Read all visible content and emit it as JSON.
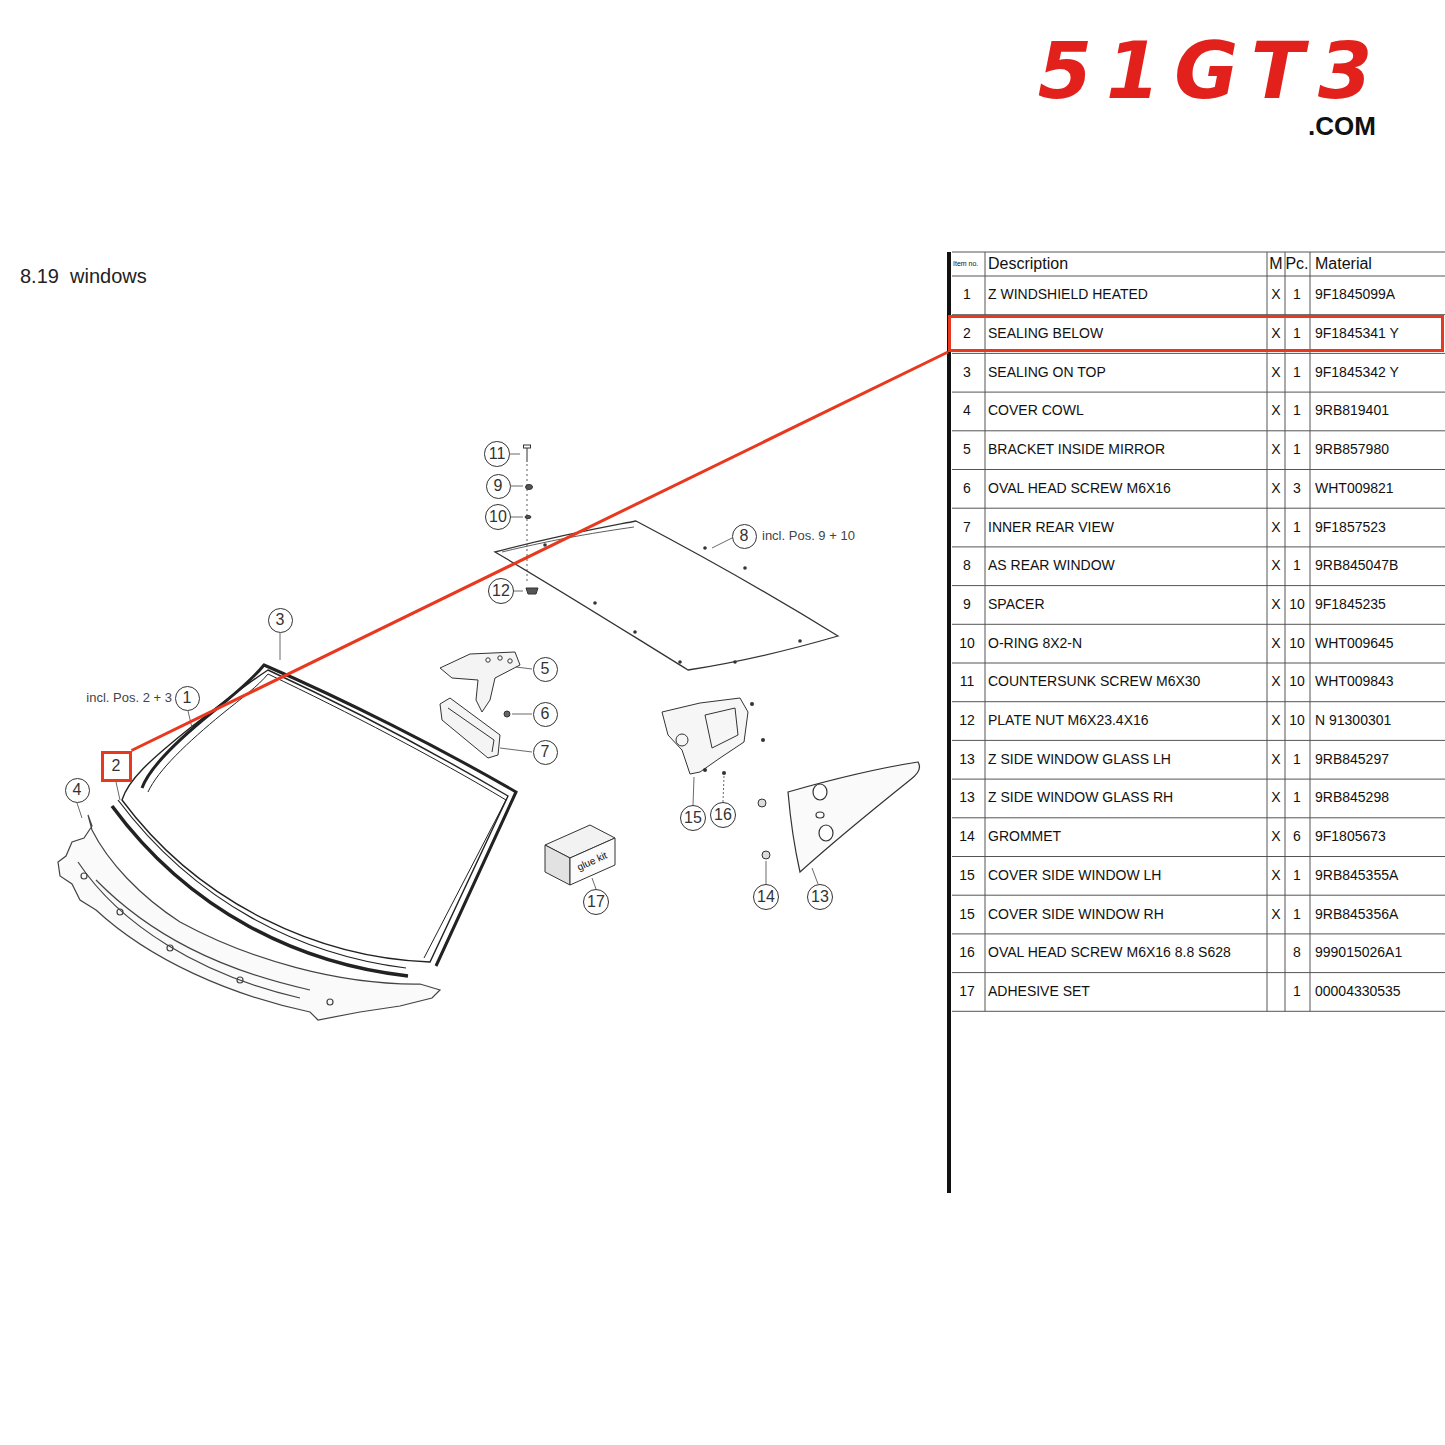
{
  "diagram": {
    "title": "8.19  windows",
    "nodes": [
      {
        "text": [
          "11"
        ]
      },
      {
        "text": [
          "9"
        ]
      },
      {
        "text": [
          "10"
        ]
      },
      {
        "text": [
          "8"
        ]
      },
      {
        "text": [
          "12"
        ]
      },
      {
        "text": [
          "3"
        ]
      },
      {
        "text": [
          "5"
        ]
      },
      {
        "text": [
          "1"
        ]
      },
      {
        "text": [
          "6"
        ]
      },
      {
        "text": [
          "7"
        ]
      },
      {
        "text": [
          "2"
        ]
      },
      {
        "text": [
          "4"
        ]
      },
      {
        "text": [
          "16"
        ]
      },
      {
        "text": [
          "15"
        ]
      },
      {
        "text": [
          "14"
        ]
      },
      {
        "text": [
          "13"
        ]
      },
      {
        "text": [
          "17"
        ]
      },
      {
        "text": [
          "2",
          "SEALING BELOW",
          "X",
          "1",
          "9F1845341 Y"
        ]
      }
    ],
    "edges": [
      {
        "from": 10,
        "to": 17,
        "arrow": "none"
      }
    ],
    "labels": [
      "Item no.",
      "Description",
      "M",
      "Pc.",
      "Material",
      "1",
      "Z WINDSHIELD HEATED",
      "X",
      "1",
      "9F1845099A",
      "3",
      "SEALING ON TOP",
      "X",
      "1",
      "9F1845342 Y",
      "4",
      "COVER COWL",
      "X",
      "1",
      "9RB819401",
      "5",
      "BRACKET INSIDE MIRROR",
      "X",
      "1",
      "9RB857980",
      "6",
      "OVAL HEAD SCREW M6X16",
      "X",
      "3",
      "WHT009821",
      "7",
      "INNER REAR VIEW",
      "X",
      "1",
      "9F1857523",
      "8",
      "AS REAR WINDOW",
      "X",
      "1",
      "9RB845047B",
      "9",
      "SPACER",
      "X",
      "10",
      "9F1845235",
      "10",
      "O-RING 8X2-N",
      "X",
      "10",
      "WHT009645",
      "11",
      "COUNTERSUNK SCREW M6X30",
      "X",
      "10",
      "WHT009843",
      "12",
      "PLATE NUT M6X23.4X16",
      "X",
      "10",
      "N 91300301",
      "13",
      "Z SIDE WINDOW GLASS LH",
      "X",
      "1",
      "9RB845297",
      "13",
      "Z SIDE WINDOW GLASS RH",
      "X",
      "1",
      "9RB845298",
      "14",
      "GROMMET",
      "X",
      "6",
      "9F1805673",
      "15",
      "COVER SIDE WINDOW LH",
      "X",
      "1",
      "9RB845355A",
      "15",
      "COVER SIDE WINDOW RH",
      "X",
      "1",
      "9RB845356A",
      "16",
      "OVAL HEAD SCREW M6X16 8.8 S628",
      "8",
      "999015026A1",
      "17",
      "ADHESIVE SET",
      "1",
      "00004330535",
      "incl. Pos. 2 + 3",
      "incl. Pos. 9 + 10",
      "glue kit",
      "51GT3",
      ".COM"
    ]
  }
}
